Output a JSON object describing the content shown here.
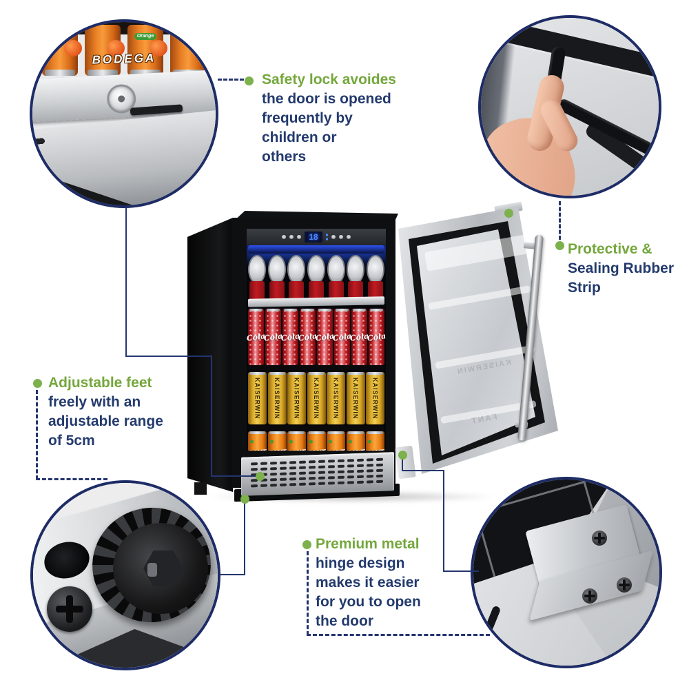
{
  "colors": {
    "accent_green": "#74a73c",
    "text_navy": "#233a6d",
    "line_navy": "#24356f",
    "dot_green": "#7cb14c",
    "led_blue": "#2d52f0"
  },
  "callouts": {
    "safety_lock": {
      "title": "Safety lock avoides",
      "body": "the door is opened\nfrequently by\nchildren or\nothers"
    },
    "sealing_strip": {
      "title": "Protective &",
      "body": "Sealing Rubber\nStrip"
    },
    "adjustable_feet": {
      "title": "Adjustable feet",
      "body": "freely with an\nadjustable range\nof 5cm"
    },
    "metal_hinge": {
      "title": "Premium metal",
      "body": "hinge design\nmakes it easier\nfor you to open\nthe door"
    }
  },
  "insets": {
    "top_left": {
      "brand": "BODEGA",
      "can_label": "Orange"
    }
  },
  "fridge": {
    "display_value": "18",
    "brands": {
      "cola": "Cola",
      "kaiser": "KAISERWIN",
      "fanta": "FANT"
    },
    "shelves": [
      {
        "kind": "tops",
        "count": 7
      },
      {
        "kind": "cola",
        "count": 8,
        "label": "Cola"
      },
      {
        "kind": "kaiser",
        "count": 7,
        "label": "KAISERWIN"
      },
      {
        "kind": "fanta",
        "count": 7,
        "label": "FANT"
      }
    ]
  }
}
